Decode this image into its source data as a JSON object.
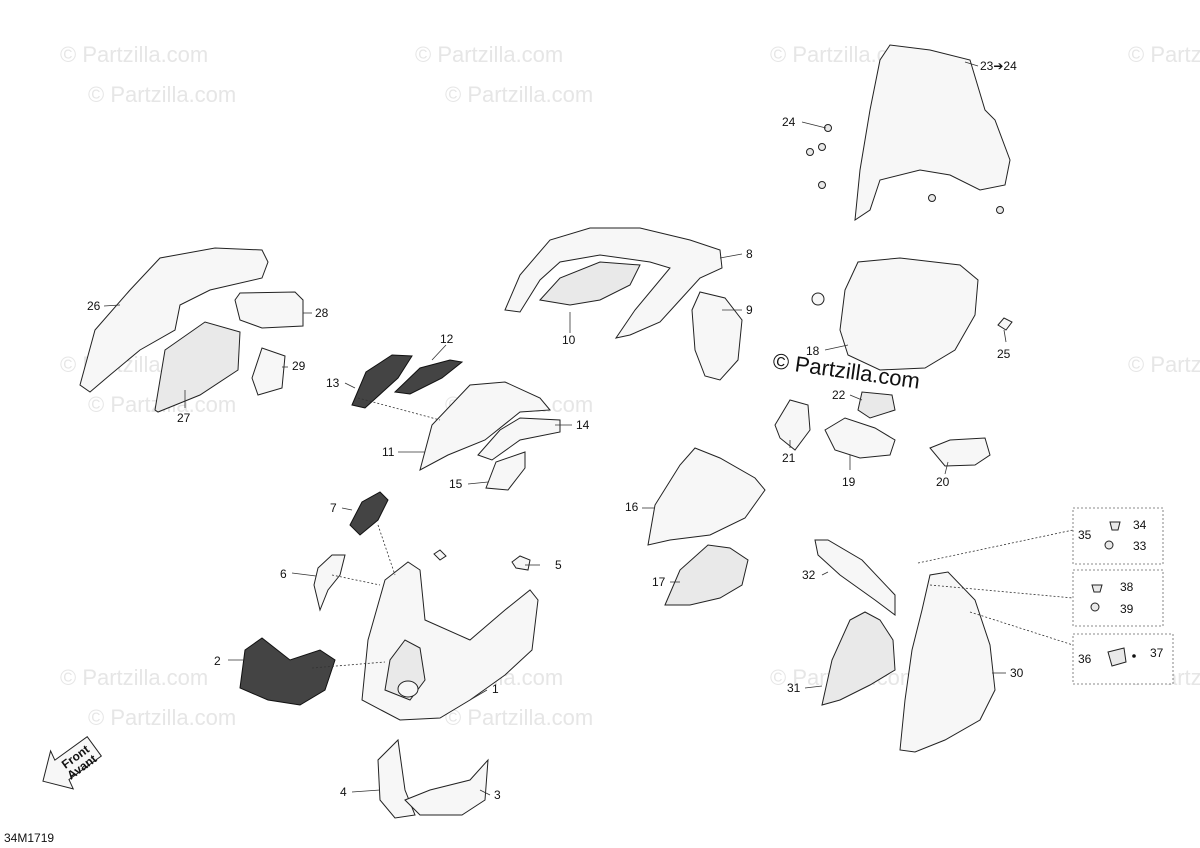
{
  "watermark": "© Partzilla.com",
  "brand_stamp": "© Partzilla.com",
  "diagram_code": "34M1719",
  "front_arrow": {
    "line1": "Front",
    "line2": "Avant"
  },
  "callouts": [
    {
      "id": "c1",
      "label": "1"
    },
    {
      "id": "c2",
      "label": "2"
    },
    {
      "id": "c3",
      "label": "3"
    },
    {
      "id": "c4",
      "label": "4"
    },
    {
      "id": "c5",
      "label": "5"
    },
    {
      "id": "c6",
      "label": "6"
    },
    {
      "id": "c7",
      "label": "7"
    },
    {
      "id": "c8",
      "label": "8"
    },
    {
      "id": "c9",
      "label": "9"
    },
    {
      "id": "c10",
      "label": "10"
    },
    {
      "id": "c11",
      "label": "11"
    },
    {
      "id": "c12",
      "label": "12"
    },
    {
      "id": "c13",
      "label": "13"
    },
    {
      "id": "c14",
      "label": "14"
    },
    {
      "id": "c15",
      "label": "15"
    },
    {
      "id": "c16",
      "label": "16"
    },
    {
      "id": "c17",
      "label": "17"
    },
    {
      "id": "c18",
      "label": "18"
    },
    {
      "id": "c19",
      "label": "19"
    },
    {
      "id": "c20",
      "label": "20"
    },
    {
      "id": "c21",
      "label": "21"
    },
    {
      "id": "c22",
      "label": "22"
    },
    {
      "id": "c23",
      "label": "23➔24"
    },
    {
      "id": "c24",
      "label": "24"
    },
    {
      "id": "c25",
      "label": "25"
    },
    {
      "id": "c26",
      "label": "26"
    },
    {
      "id": "c27",
      "label": "27"
    },
    {
      "id": "c28",
      "label": "28"
    },
    {
      "id": "c29",
      "label": "29"
    },
    {
      "id": "c30",
      "label": "30"
    },
    {
      "id": "c31",
      "label": "31"
    },
    {
      "id": "c32",
      "label": "32"
    },
    {
      "id": "c33",
      "label": "33"
    },
    {
      "id": "c34",
      "label": "34"
    },
    {
      "id": "c35",
      "label": "35"
    },
    {
      "id": "c36",
      "label": "36"
    },
    {
      "id": "c37",
      "label": "37"
    },
    {
      "id": "c38",
      "label": "38"
    },
    {
      "id": "c39",
      "label": "39"
    }
  ]
}
